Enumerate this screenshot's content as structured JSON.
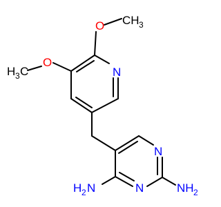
{
  "molecule": {
    "colors": {
      "bond": "#000000",
      "oxygen": "#ff0000",
      "nitrogen": "#0000ff",
      "carbon": "#000000"
    },
    "labels": {
      "o_top": "O",
      "ch3_top_main": "CH",
      "ch3_top_sub": "3",
      "o_left": "O",
      "h3c_left_h": "H",
      "h3c_left_sub": "3",
      "h3c_left_c": "C",
      "n_pyridine": "N",
      "n_pyrimidine_upper": "N",
      "n_pyrimidine_lower": "N",
      "nh2_left_main": "H",
      "nh2_left_sub": "2",
      "nh2_left_n": "N",
      "nh2_right_main": "NH",
      "nh2_right_sub": "2"
    }
  }
}
